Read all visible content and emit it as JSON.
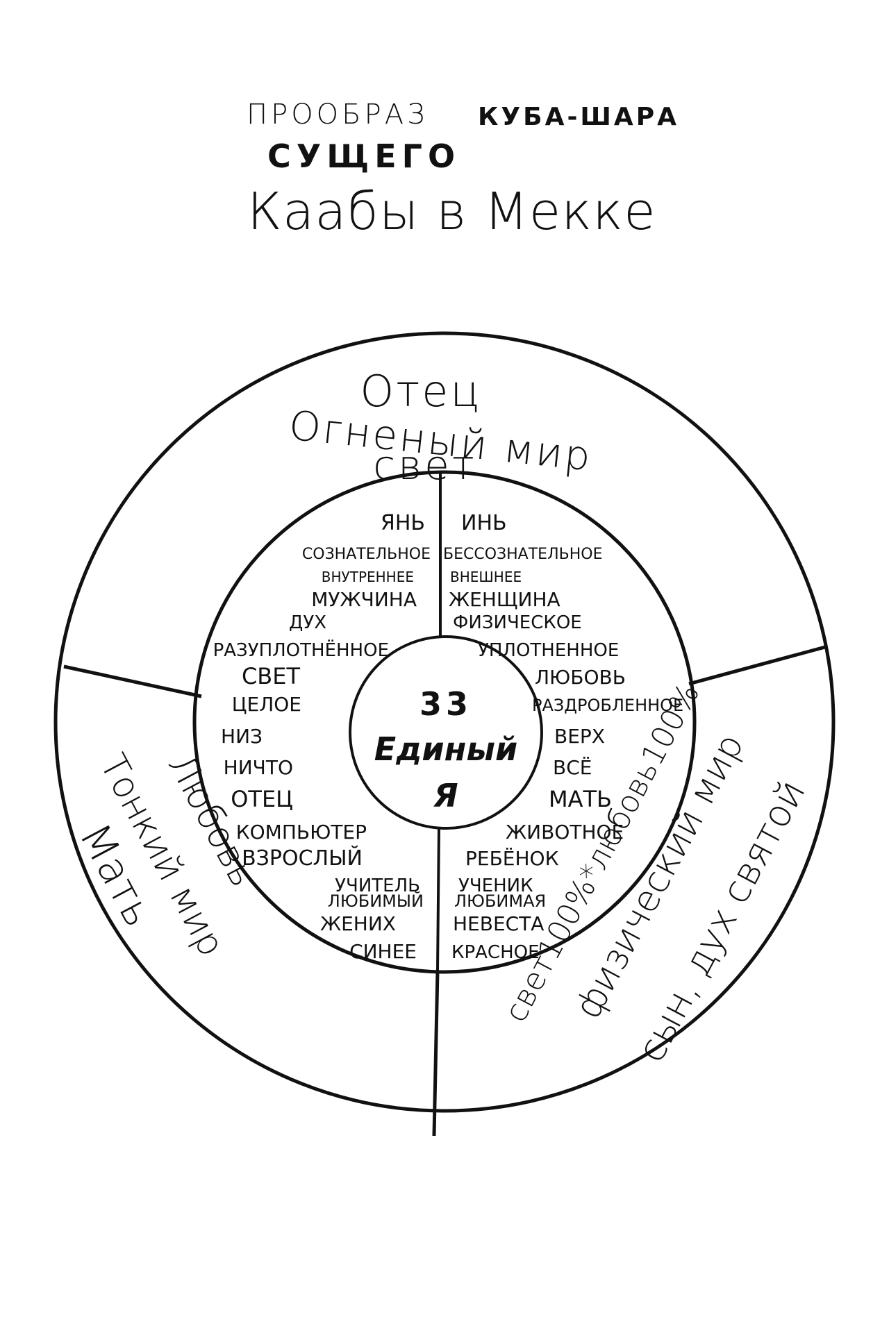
{
  "title": {
    "line1_left": "ПРООБРАЗ",
    "line1_right": "КУБА-ШАРА",
    "line2": "СУЩЕГО",
    "line3": "Каабы в Мекке"
  },
  "outer": {
    "top": [
      "Отец",
      "Огненый мир",
      "свет"
    ],
    "left": [
      "Любовь",
      "Тонкий мир",
      "Мать"
    ],
    "right": [
      "свет100%*любовь100%",
      "физический мир",
      "сын, дух святой"
    ]
  },
  "center": {
    "number": "33",
    "word1": "Единый",
    "word2": "Я"
  },
  "yang_upper": [
    "ЯНЬ",
    "СОЗНАТЕЛЬНОЕ",
    "ВНУТРЕННЕЕ",
    "МУЖЧИНА",
    "ДУХ",
    "РАЗУПЛОТНЁННОЕ",
    "СВЕТ",
    "ЦЕЛОЕ",
    "НИЗ",
    "НИЧТО",
    "ОТЕЦ",
    "КОМПЬЮТЕР",
    "ВЗРОСЛЫЙ",
    "УЧИТЕЛЬ",
    "ЛЮБИМЫЙ",
    "ЖЕНИХ",
    "СИНЕЕ"
  ],
  "yin_upper": [
    "ИНЬ",
    "БЕССОЗНАТЕЛЬНОЕ",
    "ВНЕШНЕЕ",
    "ЖЕНЩИНА",
    "ФИЗИЧЕСКОЕ",
    "УПЛОТНЕННОЕ",
    "ЛЮБОВЬ",
    "РАЗДРОБЛЕННОЕ",
    "ВЕРХ",
    "ВСЁ",
    "МАТЬ",
    "ЖИВОТНОЕ",
    "РЕБЁНОК",
    "УЧЕНИК",
    "ЛЮБИМАЯ",
    "НЕВЕСТА",
    "КРАСНОЕ"
  ]
}
